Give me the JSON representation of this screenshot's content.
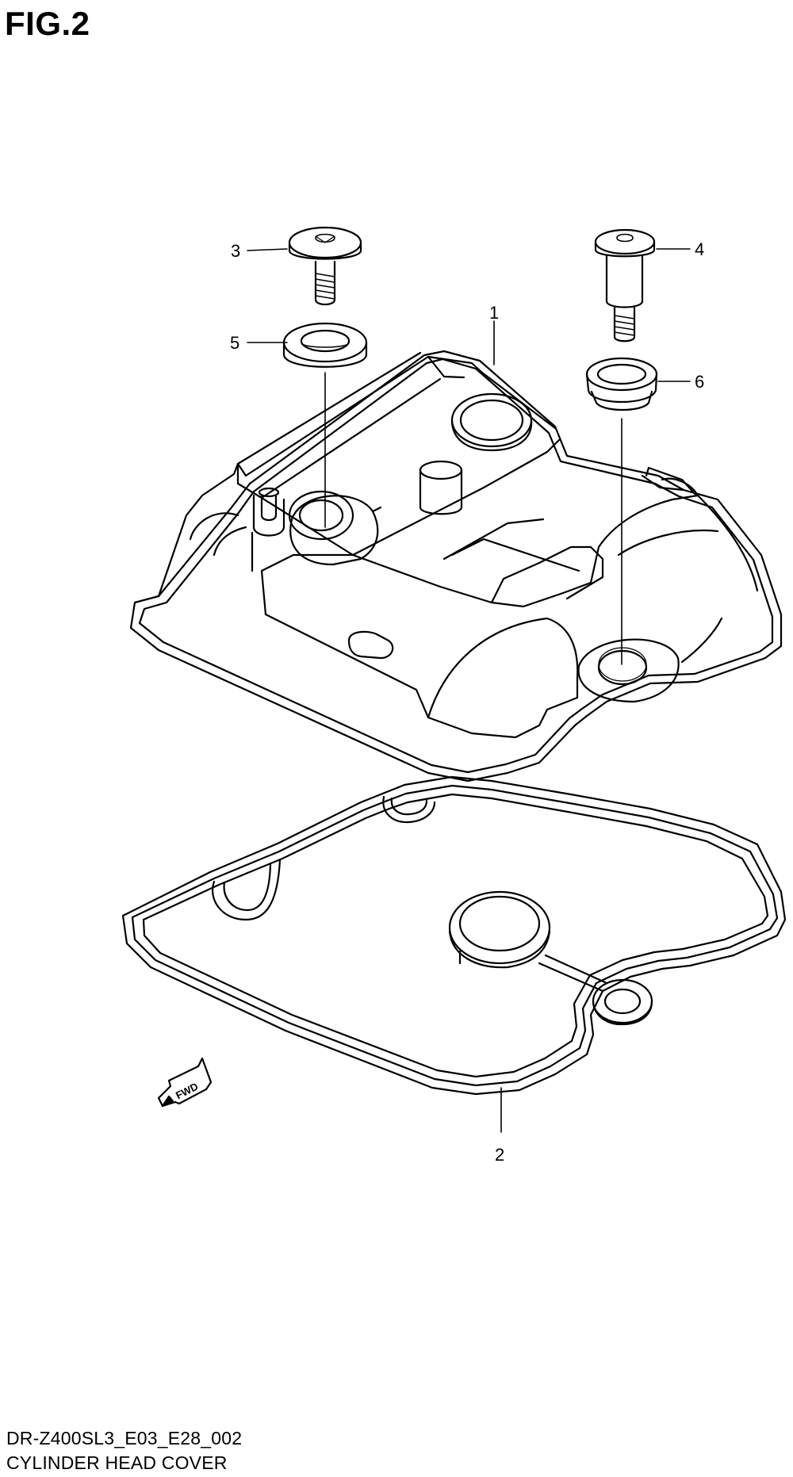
{
  "figure": {
    "title": "FIG.2"
  },
  "callouts": [
    "1",
    "2",
    "3",
    "4",
    "5",
    "6"
  ],
  "direction_badge": "FWD",
  "footer": {
    "code": "DR-Z400SL3_E03_E28_002",
    "name": "CYLINDER HEAD COVER"
  }
}
